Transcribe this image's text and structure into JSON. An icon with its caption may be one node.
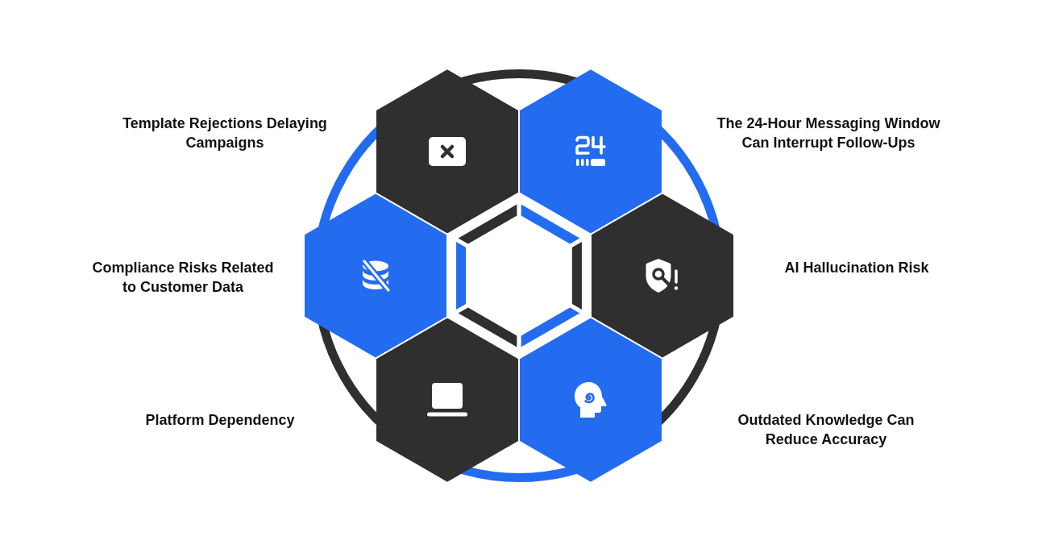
{
  "diagram": {
    "nodes": [
      {
        "text": [],
        "shape": "hexagon",
        "beside": [
          "Template Rejections Delaying Campaigns"
        ]
      },
      {
        "text": [],
        "shape": "hexagon",
        "beside": [
          "The 24-Hour Messaging Window Can Interrupt Follow-Ups"
        ]
      },
      {
        "text": [],
        "shape": "hexagon",
        "beside": [
          "Compliance Risks Related to Customer Data"
        ]
      },
      {
        "text": [],
        "shape": "hexagon",
        "beside": [
          "AI Hallucination Risk"
        ]
      },
      {
        "text": [],
        "shape": "hexagon"
      },
      {
        "text": [],
        "shape": "hexagon"
      }
    ],
    "labels": [
      "Platform Dependency",
      "Outdated Knowledge Can Reduce Accuracy"
    ]
  }
}
